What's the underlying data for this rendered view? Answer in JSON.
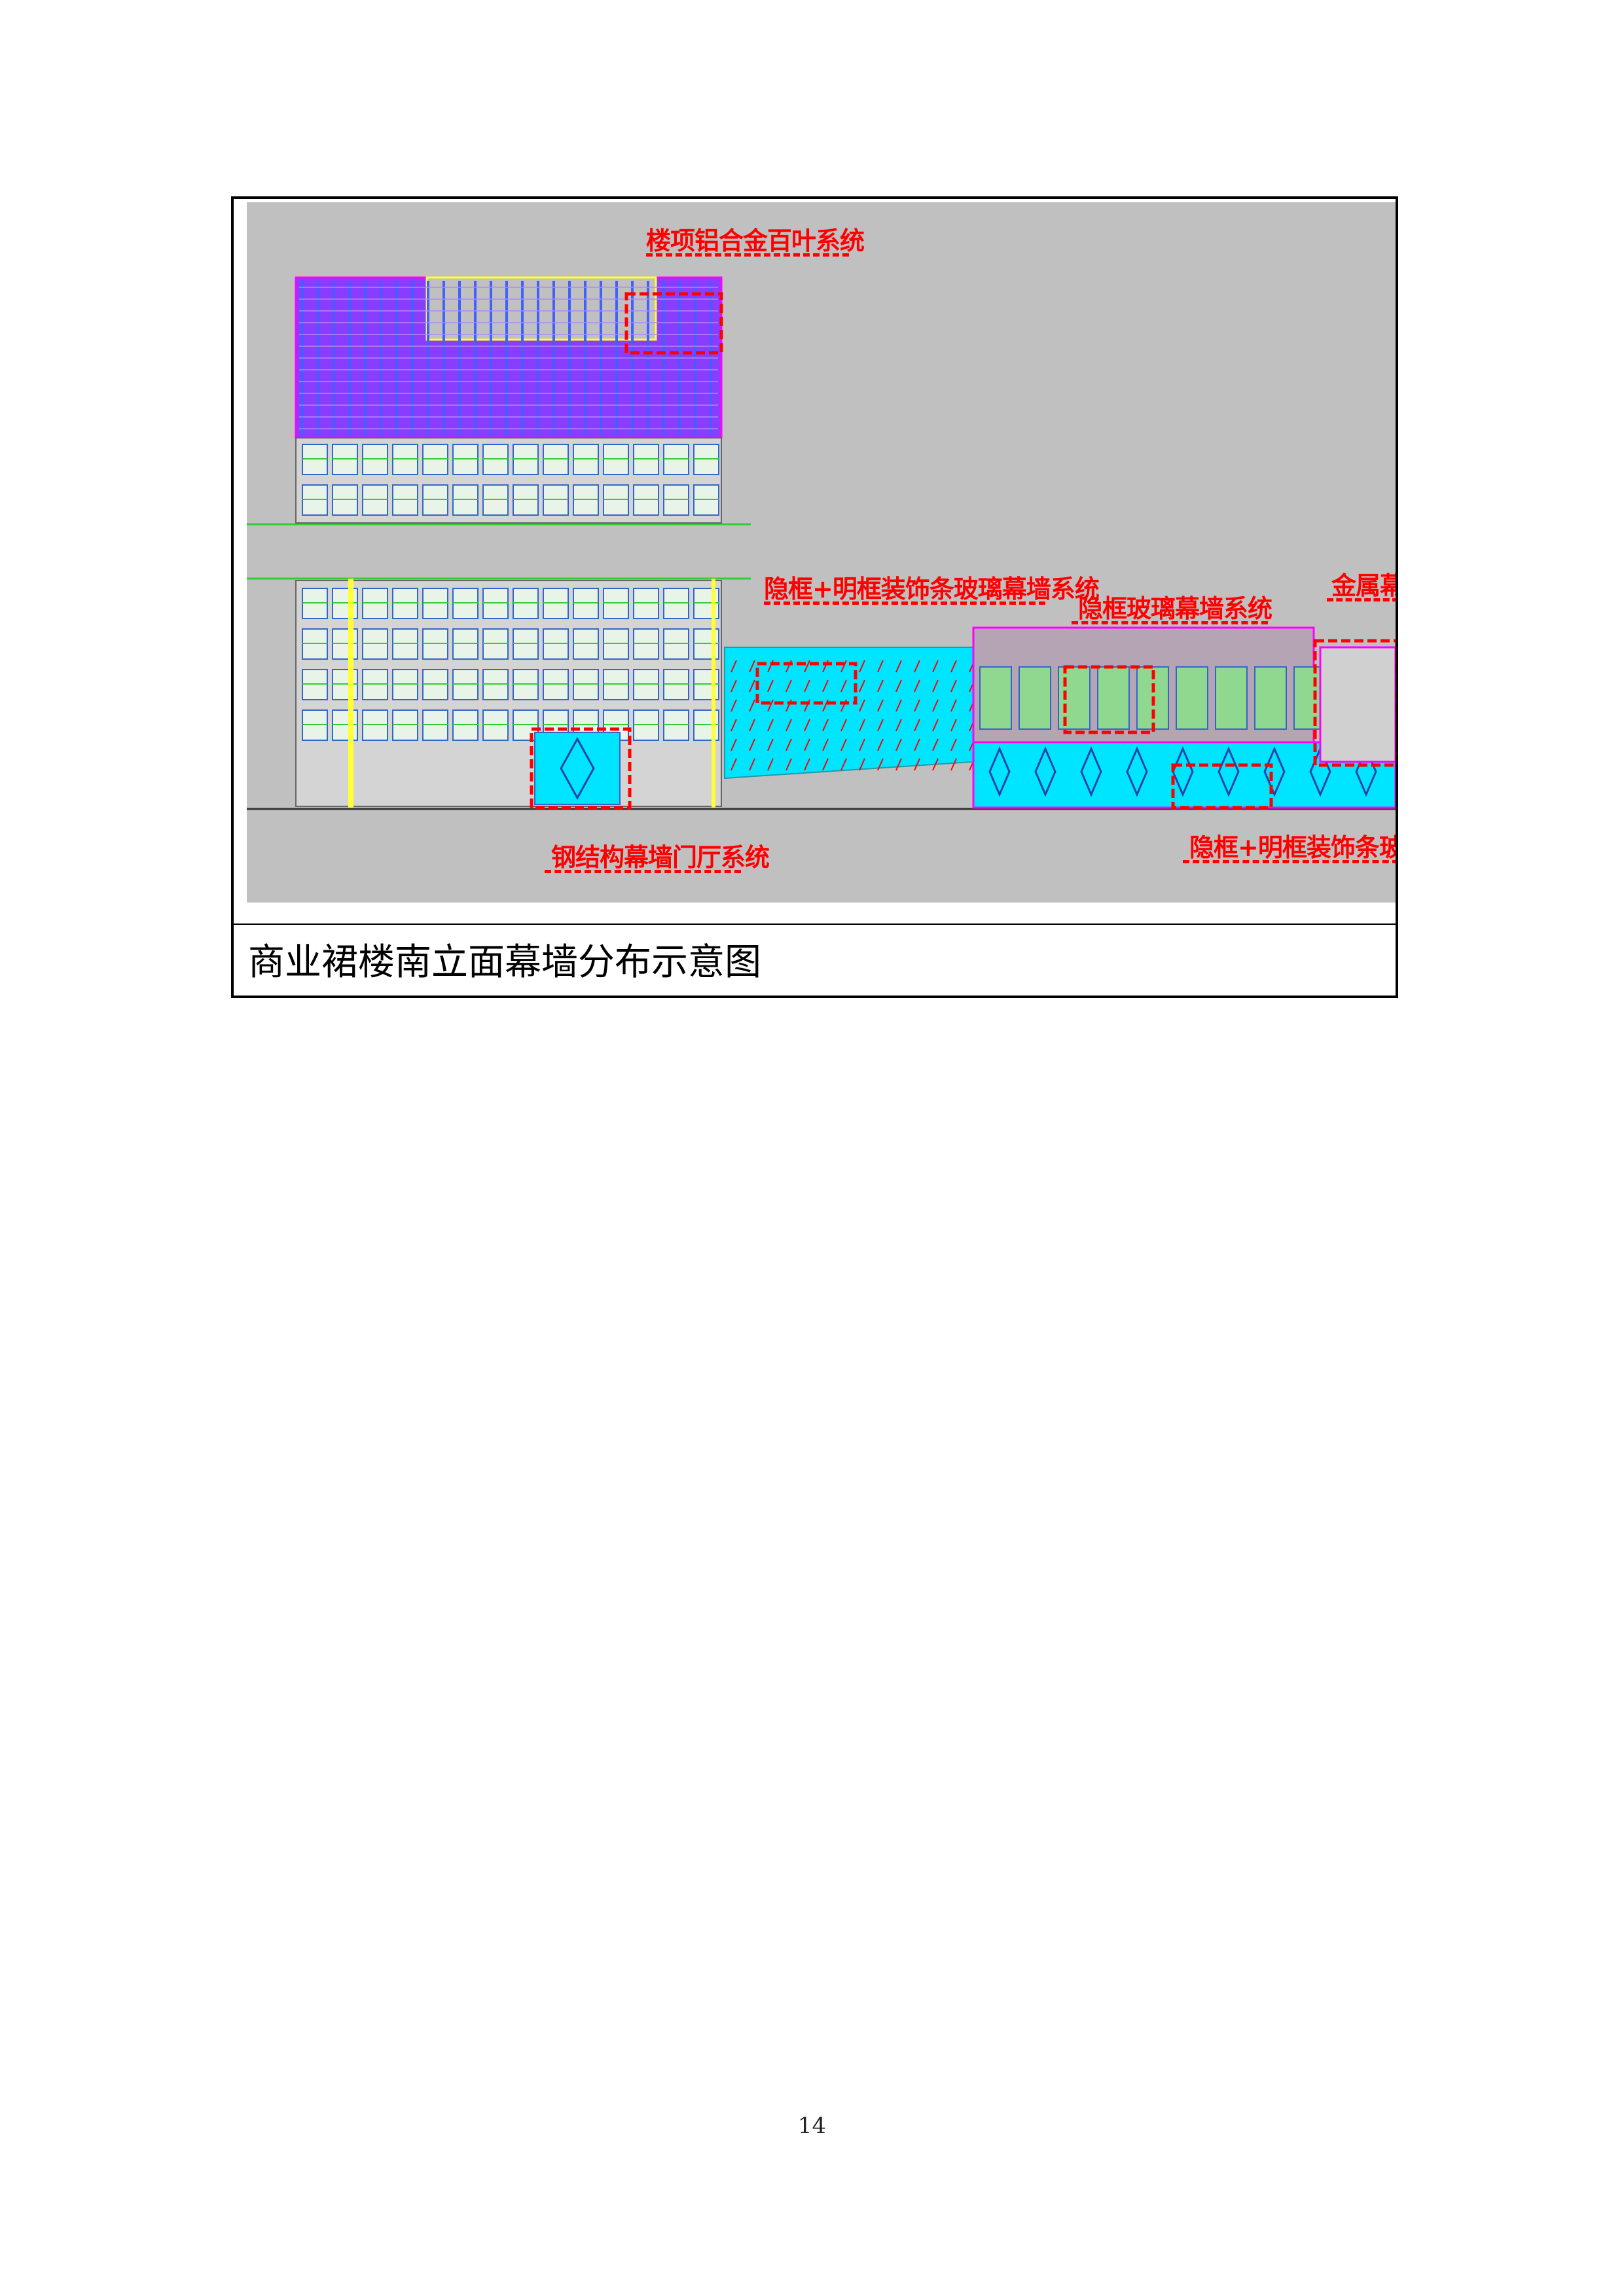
{
  "figure": {
    "caption": "商业裙楼南立面幕墙分布示意图",
    "callouts": {
      "roof_louver": "楼项铝合金百叶系统",
      "hidden_exposed_frame_upper": "隐框+明框装饰条玻璃幕墙系统",
      "hidden_frame": "隐框玻璃幕墙系统",
      "metal_curtain": "金属幕",
      "steel_lobby": "钢结构幕墙门厅系统",
      "hidden_exposed_frame_lower": "隐框+明框装饰条玻璃幕"
    },
    "colors": {
      "drawing_bg": "#c0c0c0",
      "louver": "#8a3cff",
      "glass_cyan": "#00e5ff",
      "highlight_red": "#ff0000",
      "magenta": "#ff00ff",
      "yellow": "#ffff33",
      "green": "#33cc33"
    }
  },
  "page": {
    "number": "14"
  }
}
